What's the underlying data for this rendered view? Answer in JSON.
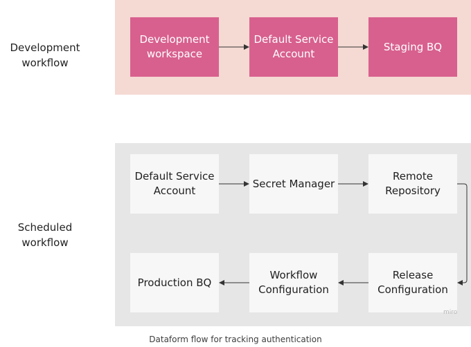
{
  "rows": {
    "development": {
      "label_line1": "Development",
      "label_line2": "workflow"
    },
    "scheduled": {
      "label_line1": "Scheduled",
      "label_line2": "workflow"
    }
  },
  "nodes": {
    "dev_workspace": {
      "line1": "Development",
      "line2": "workspace"
    },
    "dev_default_sa": {
      "line1": "Default Service",
      "line2": "Account"
    },
    "staging_bq": {
      "line1": "Staging BQ"
    },
    "sched_default_sa": {
      "line1": "Default Service",
      "line2": "Account"
    },
    "secret_manager": {
      "line1": "Secret Manager"
    },
    "remote_repository": {
      "line1": "Remote",
      "line2": "Repository"
    },
    "release_configuration": {
      "line1": "Release",
      "line2": "Configuration"
    },
    "workflow_configuration": {
      "line1": "Workflow",
      "line2": "Configuration"
    },
    "production_bq": {
      "line1": "Production BQ"
    }
  },
  "watermark": "miro",
  "caption": "Dataform flow for tracking authentication",
  "colors": {
    "dev_panel": "#f5d9d3",
    "dev_node": "#d8608e",
    "sched_panel": "#e6e6e6",
    "sched_node": "#f7f7f7",
    "arrow": "#333333"
  }
}
